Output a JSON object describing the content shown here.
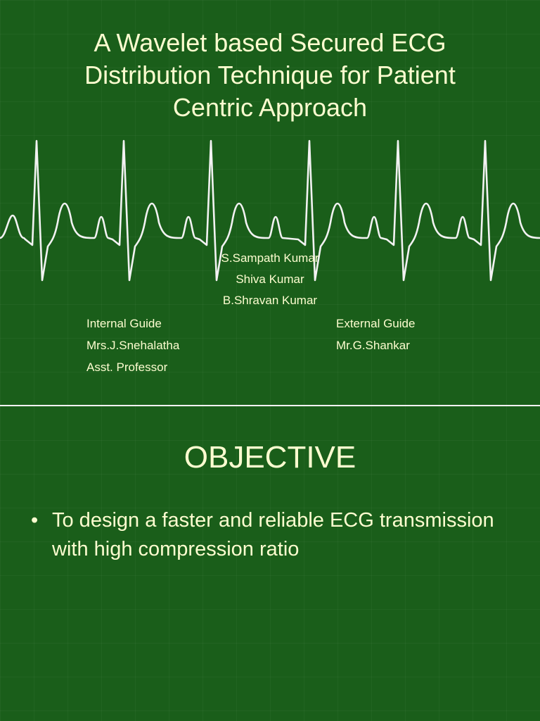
{
  "slide1": {
    "title_lines": [
      "A Wavelet based Secured ECG",
      "Distribution Technique for Patient",
      "Centric Approach"
    ],
    "authors": [
      "S.Sampath Kumar",
      "Shiva Kumar",
      "B.Shravan Kumar"
    ],
    "internal_guide": {
      "label": "Internal Guide",
      "name": "Mrs.J.Snehalatha",
      "designation": "Asst. Professor"
    },
    "external_guide": {
      "label": "External Guide",
      "name": "Mr.G.Shankar"
    }
  },
  "slide2": {
    "title": "OBJECTIVE",
    "bullet_symbol": "•",
    "bullets": [
      "To design a faster and reliable ECG transmission with high compression ratio"
    ]
  },
  "colors": {
    "background": "#1a5e1a",
    "text": "#fdfdd0",
    "ecg_line": "#f2f2f2",
    "divider": "#f2f2f2"
  },
  "icons": {
    "ecg_waveform": "ecg-waveform-icon"
  }
}
